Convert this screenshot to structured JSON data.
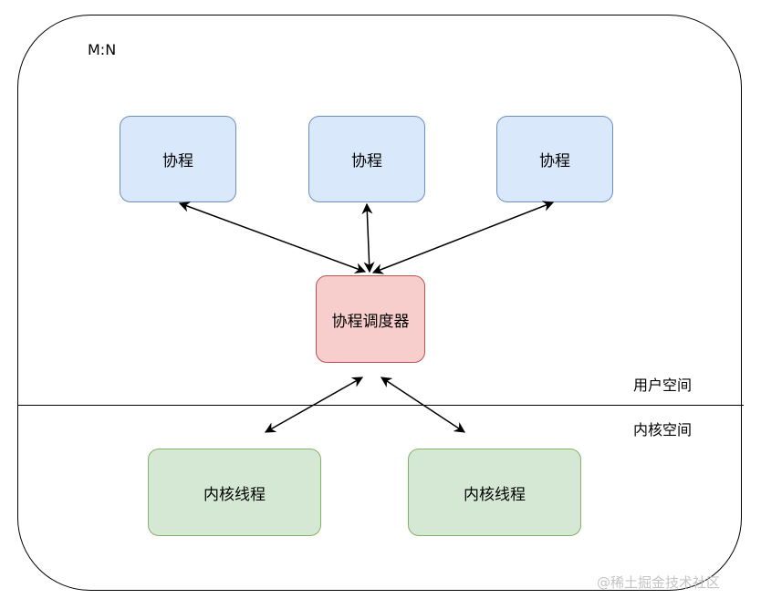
{
  "diagram": {
    "model_label": "M:N",
    "coroutines": [
      {
        "label": "协程"
      },
      {
        "label": "协程"
      },
      {
        "label": "协程"
      }
    ],
    "scheduler": {
      "label": "协程调度器"
    },
    "kernel_threads": [
      {
        "label": "内核线程"
      },
      {
        "label": "内核线程"
      }
    ],
    "user_space_label": "用户空间",
    "kernel_space_label": "内核空间",
    "colors": {
      "coroutine_fill": "#dae8fc",
      "coroutine_border": "#6c8ebf",
      "scheduler_fill": "#f8cecc",
      "scheduler_border": "#b85450",
      "kernel_fill": "#d5e8d4",
      "kernel_border": "#82b366"
    }
  },
  "watermark": "@稀土掘金技术社区"
}
